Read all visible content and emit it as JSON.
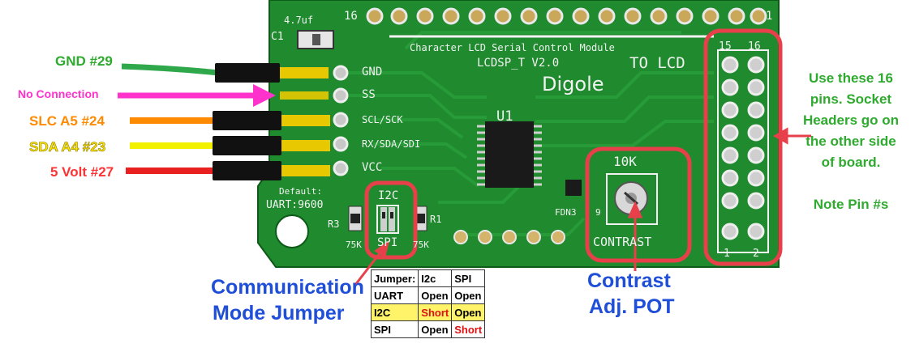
{
  "board": {
    "cap_value": "4.7uf",
    "cap_ref": "C1",
    "pin_left_num": "16",
    "pin_right_num": "1",
    "title": "Character LCD Serial Control Module",
    "model": "LCDSP_T V2.0",
    "brand": "Digole",
    "to_lcd": "TO LCD",
    "ic_ref": "U1",
    "pins": [
      "GND",
      "SS",
      "SCL/SCK",
      "RX/SDA/SDI",
      "VCC"
    ],
    "default_label": "Default:",
    "default_value": "UART:9600",
    "jumper_top": "I2C",
    "jumper_bottom": "SPI",
    "r3": "R3",
    "r1": "R1",
    "r3_value": "75K",
    "r1_value": "75K",
    "pot_value": "10K",
    "pot_label": "CONTRAST",
    "fdn": "FDN3",
    "fdn_pin": "9",
    "header_top_left": "15",
    "header_top_right": "16",
    "header_bottom_left": "1",
    "header_bottom_right": "2"
  },
  "wires": [
    {
      "label": "GND #29",
      "color": "#2ea84a"
    },
    {
      "label": "No Connection",
      "color": "#ff33cc"
    },
    {
      "label": "SLC  A5 #24",
      "color": "#ff8a00"
    },
    {
      "label": "SDA  A4 #23",
      "color": "#f2f200"
    },
    {
      "label": "5 Volt #27",
      "color": "#e82020"
    }
  ],
  "callouts": {
    "comm_line1": "Communication",
    "comm_line2": "Mode Jumper",
    "pot_line1": "Contrast",
    "pot_line2": "Adj. POT",
    "right_lines": [
      "Use these 16",
      "pins. Socket",
      "Headers go on",
      "the other side",
      "of board.",
      "",
      "Note Pin #s"
    ]
  },
  "colors": {
    "pcb": "#1f8a2e",
    "pcb_dark": "#13611d",
    "highlight": "#e8404a",
    "callout_blue": "#1f4fd8"
  },
  "jumper_table": {
    "headers": [
      "Jumper:",
      "I2c",
      "SPI"
    ],
    "rows": [
      [
        "UART",
        "Open",
        "Open"
      ],
      [
        "I2C",
        "Short",
        "Open"
      ],
      [
        "SPI",
        "Open",
        "Short"
      ]
    ]
  }
}
